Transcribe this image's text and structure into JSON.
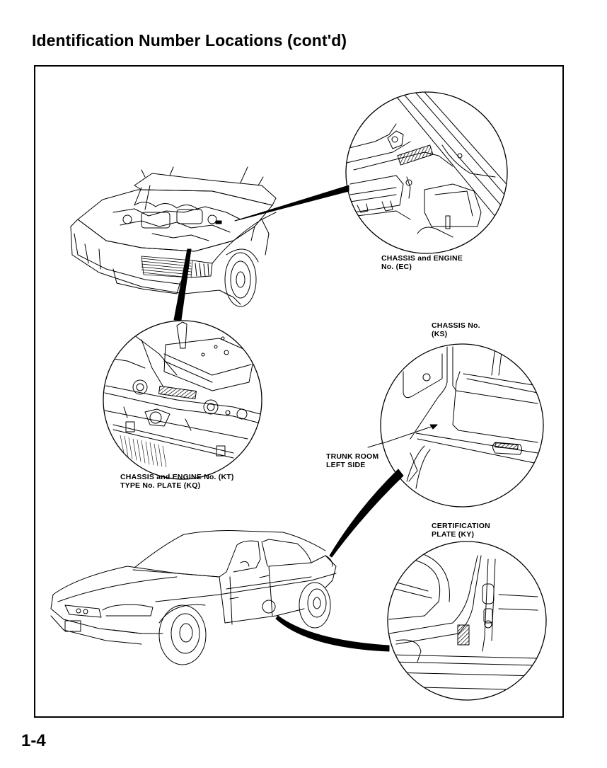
{
  "page": {
    "title": "Identification Number Locations (cont'd)",
    "page_number": "1-4"
  },
  "figure": {
    "overview_views": [
      {
        "name": "front-car-hood-open",
        "description": "Front three-quarter view of car with hood open"
      },
      {
        "name": "sedan-side-view",
        "description": "Left front three-quarter view of sedan"
      }
    ],
    "callouts": [
      {
        "id": "EC",
        "lines": [
          "CHASSIS and ENGINE",
          "No. (EC)"
        ]
      },
      {
        "id": "KT_KQ",
        "lines": [
          "CHASSIS and ENGINE No. (KT)",
          "TYPE No. PLATE (KQ)"
        ]
      },
      {
        "id": "KS",
        "lines": [
          "CHASSIS No.",
          "(KS)"
        ]
      },
      {
        "id": "TRUNK",
        "lines": [
          "TRUNK ROOM",
          "LEFT SIDE"
        ]
      },
      {
        "id": "KY",
        "lines": [
          "CERTIFICATION",
          "PLATE (KY)"
        ]
      }
    ]
  }
}
